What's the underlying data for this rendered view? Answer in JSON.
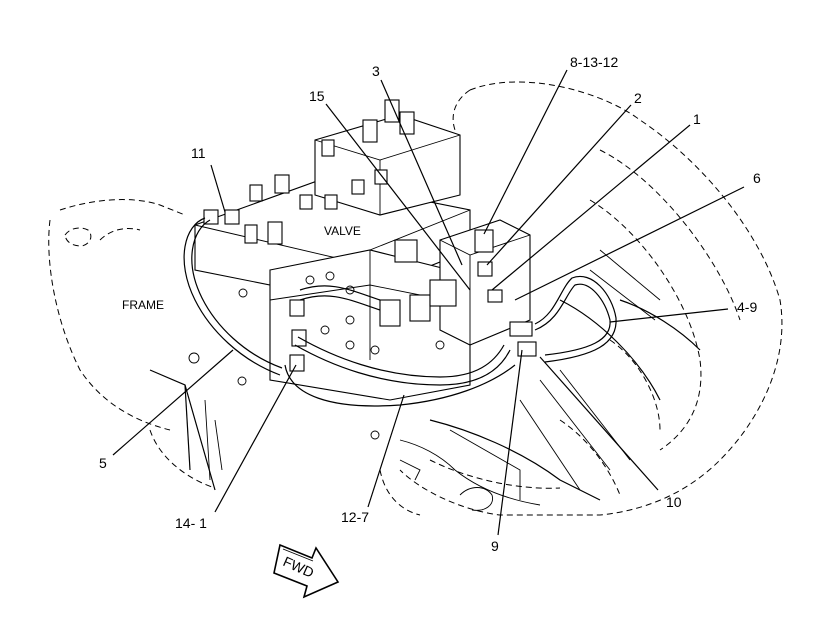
{
  "labels": {
    "frame": "FRAME",
    "valve": "VALVE",
    "fwd": "FWD"
  },
  "callouts": [
    {
      "id": "c-3",
      "text": "3"
    },
    {
      "id": "c-8-13-12",
      "text": "8-13-12"
    },
    {
      "id": "c-2",
      "text": "2"
    },
    {
      "id": "c-15",
      "text": "15"
    },
    {
      "id": "c-1",
      "text": "1"
    },
    {
      "id": "c-11",
      "text": "11"
    },
    {
      "id": "c-6",
      "text": "6"
    },
    {
      "id": "c-4-9",
      "text": "4-9"
    },
    {
      "id": "c-5",
      "text": "5"
    },
    {
      "id": "c-10",
      "text": "10"
    },
    {
      "id": "c-14-1",
      "text": "14- 1"
    },
    {
      "id": "c-12-7",
      "text": "12-7"
    },
    {
      "id": "c-9",
      "text": "9"
    }
  ]
}
